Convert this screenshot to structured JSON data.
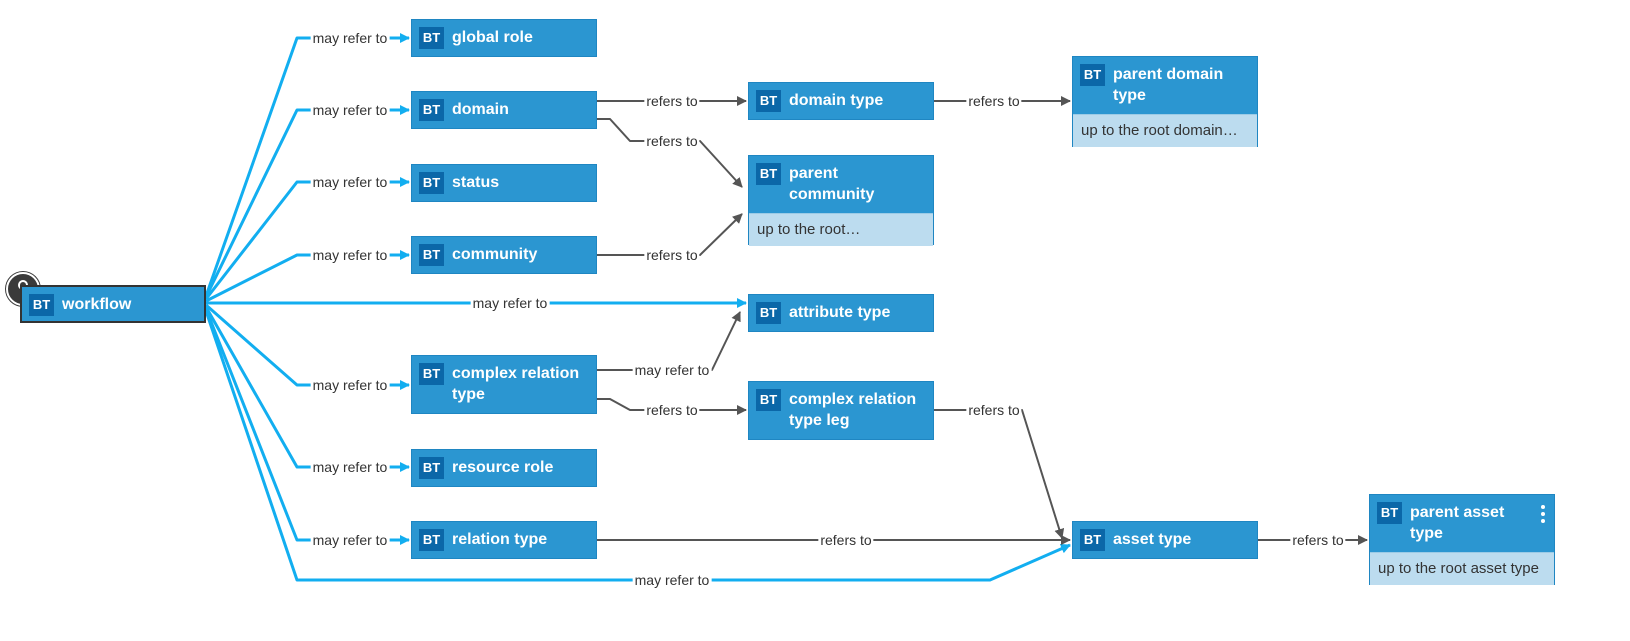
{
  "badge": "BT",
  "colors": {
    "node": "#2b96d1",
    "badge": "#0b67a8",
    "sub": "#bcdcef",
    "optional_edge": "#12aef0",
    "edge": "#555555"
  },
  "icons": {
    "focus": "location-pin-icon",
    "menu": "kebab-menu-icon"
  },
  "nodes": {
    "workflow": {
      "label": "workflow"
    },
    "global_role": {
      "label": "global role"
    },
    "domain": {
      "label": "domain"
    },
    "status": {
      "label": "status"
    },
    "community": {
      "label": "community"
    },
    "complex_relation_type": {
      "label": "complex relation type"
    },
    "resource_role": {
      "label": "resource role"
    },
    "relation_type": {
      "label": "relation type"
    },
    "domain_type": {
      "label": "domain type"
    },
    "parent_community": {
      "label": "parent community",
      "sub": "up to the root…"
    },
    "attribute_type": {
      "label": "attribute type"
    },
    "complex_relation_type_leg": {
      "label": "complex relation type leg"
    },
    "parent_domain_type": {
      "label": "parent domain type",
      "sub": "up to the root domain…"
    },
    "asset_type": {
      "label": "asset type"
    },
    "parent_asset_type": {
      "label": "parent asset type",
      "sub": "up to the root asset type"
    }
  },
  "edges": [
    {
      "from": "workflow",
      "to": "global_role",
      "label": "may refer to",
      "optional": true
    },
    {
      "from": "workflow",
      "to": "domain",
      "label": "may refer to",
      "optional": true
    },
    {
      "from": "workflow",
      "to": "status",
      "label": "may refer to",
      "optional": true
    },
    {
      "from": "workflow",
      "to": "community",
      "label": "may refer to",
      "optional": true
    },
    {
      "from": "workflow",
      "to": "attribute_type",
      "label": "may refer to",
      "optional": true
    },
    {
      "from": "workflow",
      "to": "complex_relation_type",
      "label": "may refer to",
      "optional": true
    },
    {
      "from": "workflow",
      "to": "resource_role",
      "label": "may refer to",
      "optional": true
    },
    {
      "from": "workflow",
      "to": "relation_type",
      "label": "may refer to",
      "optional": true
    },
    {
      "from": "workflow",
      "to": "asset_type",
      "label": "may refer to",
      "optional": true
    },
    {
      "from": "domain",
      "to": "domain_type",
      "label": "refers to",
      "optional": false
    },
    {
      "from": "domain",
      "to": "parent_community",
      "label": "refers to",
      "optional": false
    },
    {
      "from": "community",
      "to": "parent_community",
      "label": "refers to",
      "optional": false
    },
    {
      "from": "complex_relation_type",
      "to": "attribute_type",
      "label": "may refer to",
      "optional": false
    },
    {
      "from": "complex_relation_type",
      "to": "complex_relation_type_leg",
      "label": "refers to",
      "optional": false
    },
    {
      "from": "complex_relation_type_leg",
      "to": "asset_type",
      "label": "refers to",
      "optional": false
    },
    {
      "from": "relation_type",
      "to": "asset_type",
      "label": "refers to",
      "optional": false
    },
    {
      "from": "domain_type",
      "to": "parent_domain_type",
      "label": "refers to",
      "optional": false
    },
    {
      "from": "asset_type",
      "to": "parent_asset_type",
      "label": "refers to",
      "optional": false
    }
  ]
}
